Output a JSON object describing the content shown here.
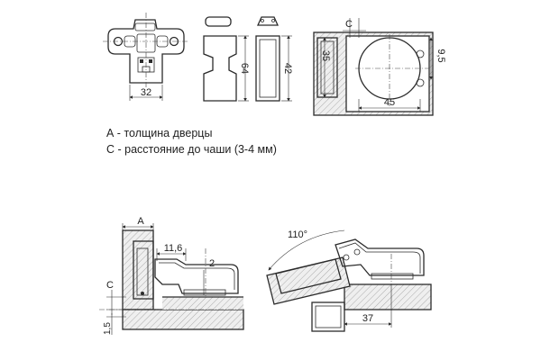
{
  "dimensions": {
    "plate_width": "32",
    "block_height": "64",
    "cap_height": "42",
    "cup_offset_label": "C",
    "cup_depth": "35",
    "cup_diameter": "45",
    "edge_offset": "9,5",
    "door_thickness_label": "A",
    "arm_offset": "11,6",
    "gap": "2",
    "side_c_label": "C",
    "side_offset": "1,5",
    "opening_angle": "110°",
    "mount_distance": "37"
  },
  "legend": {
    "line_a": "А - толщина дверцы",
    "line_c": "С - расстояние до чаши (3-4 мм)"
  }
}
